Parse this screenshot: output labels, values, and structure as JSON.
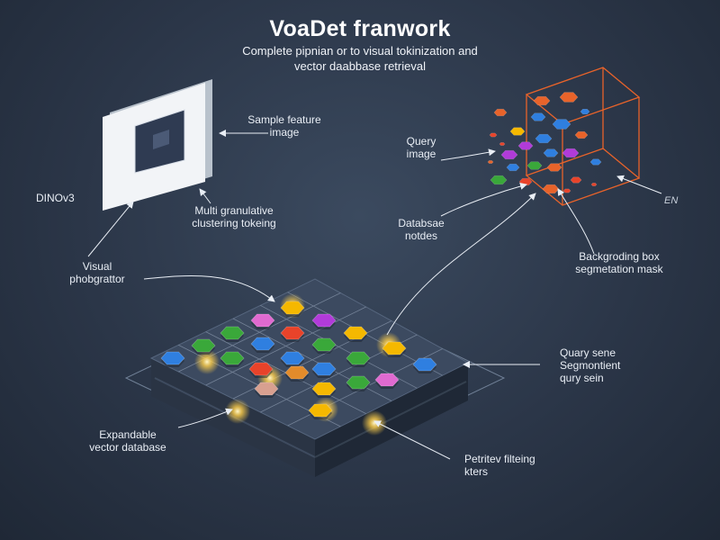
{
  "title": "VoaDet franwork",
  "subtitle": {
    "line1": "Complete pipnian or to visual tokinization and",
    "line2": "vector daabbase retrieval"
  },
  "labels": {
    "sample_feature_image": {
      "line1": "Sample feature",
      "line2": "image"
    },
    "dinov3": "DINOv3",
    "multi_granulative": {
      "line1": "Multi granulative",
      "line2": "clustering tokeing"
    },
    "visual_phobgrattor": {
      "line1": "Visual",
      "line2": "phobgrattor"
    },
    "query_image": {
      "line1": "Query",
      "line2": "image"
    },
    "database_nodes": {
      "line1": "Databsae",
      "line2": "notdes"
    },
    "background_box": {
      "line1": "Backgroding box",
      "line2": "segmetation mask"
    },
    "partial_glyph": "EN",
    "query_scene": {
      "line1": "Quary sene",
      "line2": "Segmontient",
      "line3": "qury sein"
    },
    "expandable_db": {
      "line1": "Expandable",
      "line2": "vector database"
    },
    "retriever_filter": {
      "line1": "Petritev filteing",
      "line2": "kters"
    }
  },
  "colors": {
    "background": "#2b3648",
    "accent_orange": "#e8632a",
    "accent_yellow": "#f5b800",
    "hex_purple": "#b13bd9",
    "hex_green": "#3aa83a",
    "hex_blue": "#2f7fe0",
    "hex_red": "#e8432a",
    "hex_pink": "#e06ad0",
    "glow": "#ffcf4a"
  }
}
